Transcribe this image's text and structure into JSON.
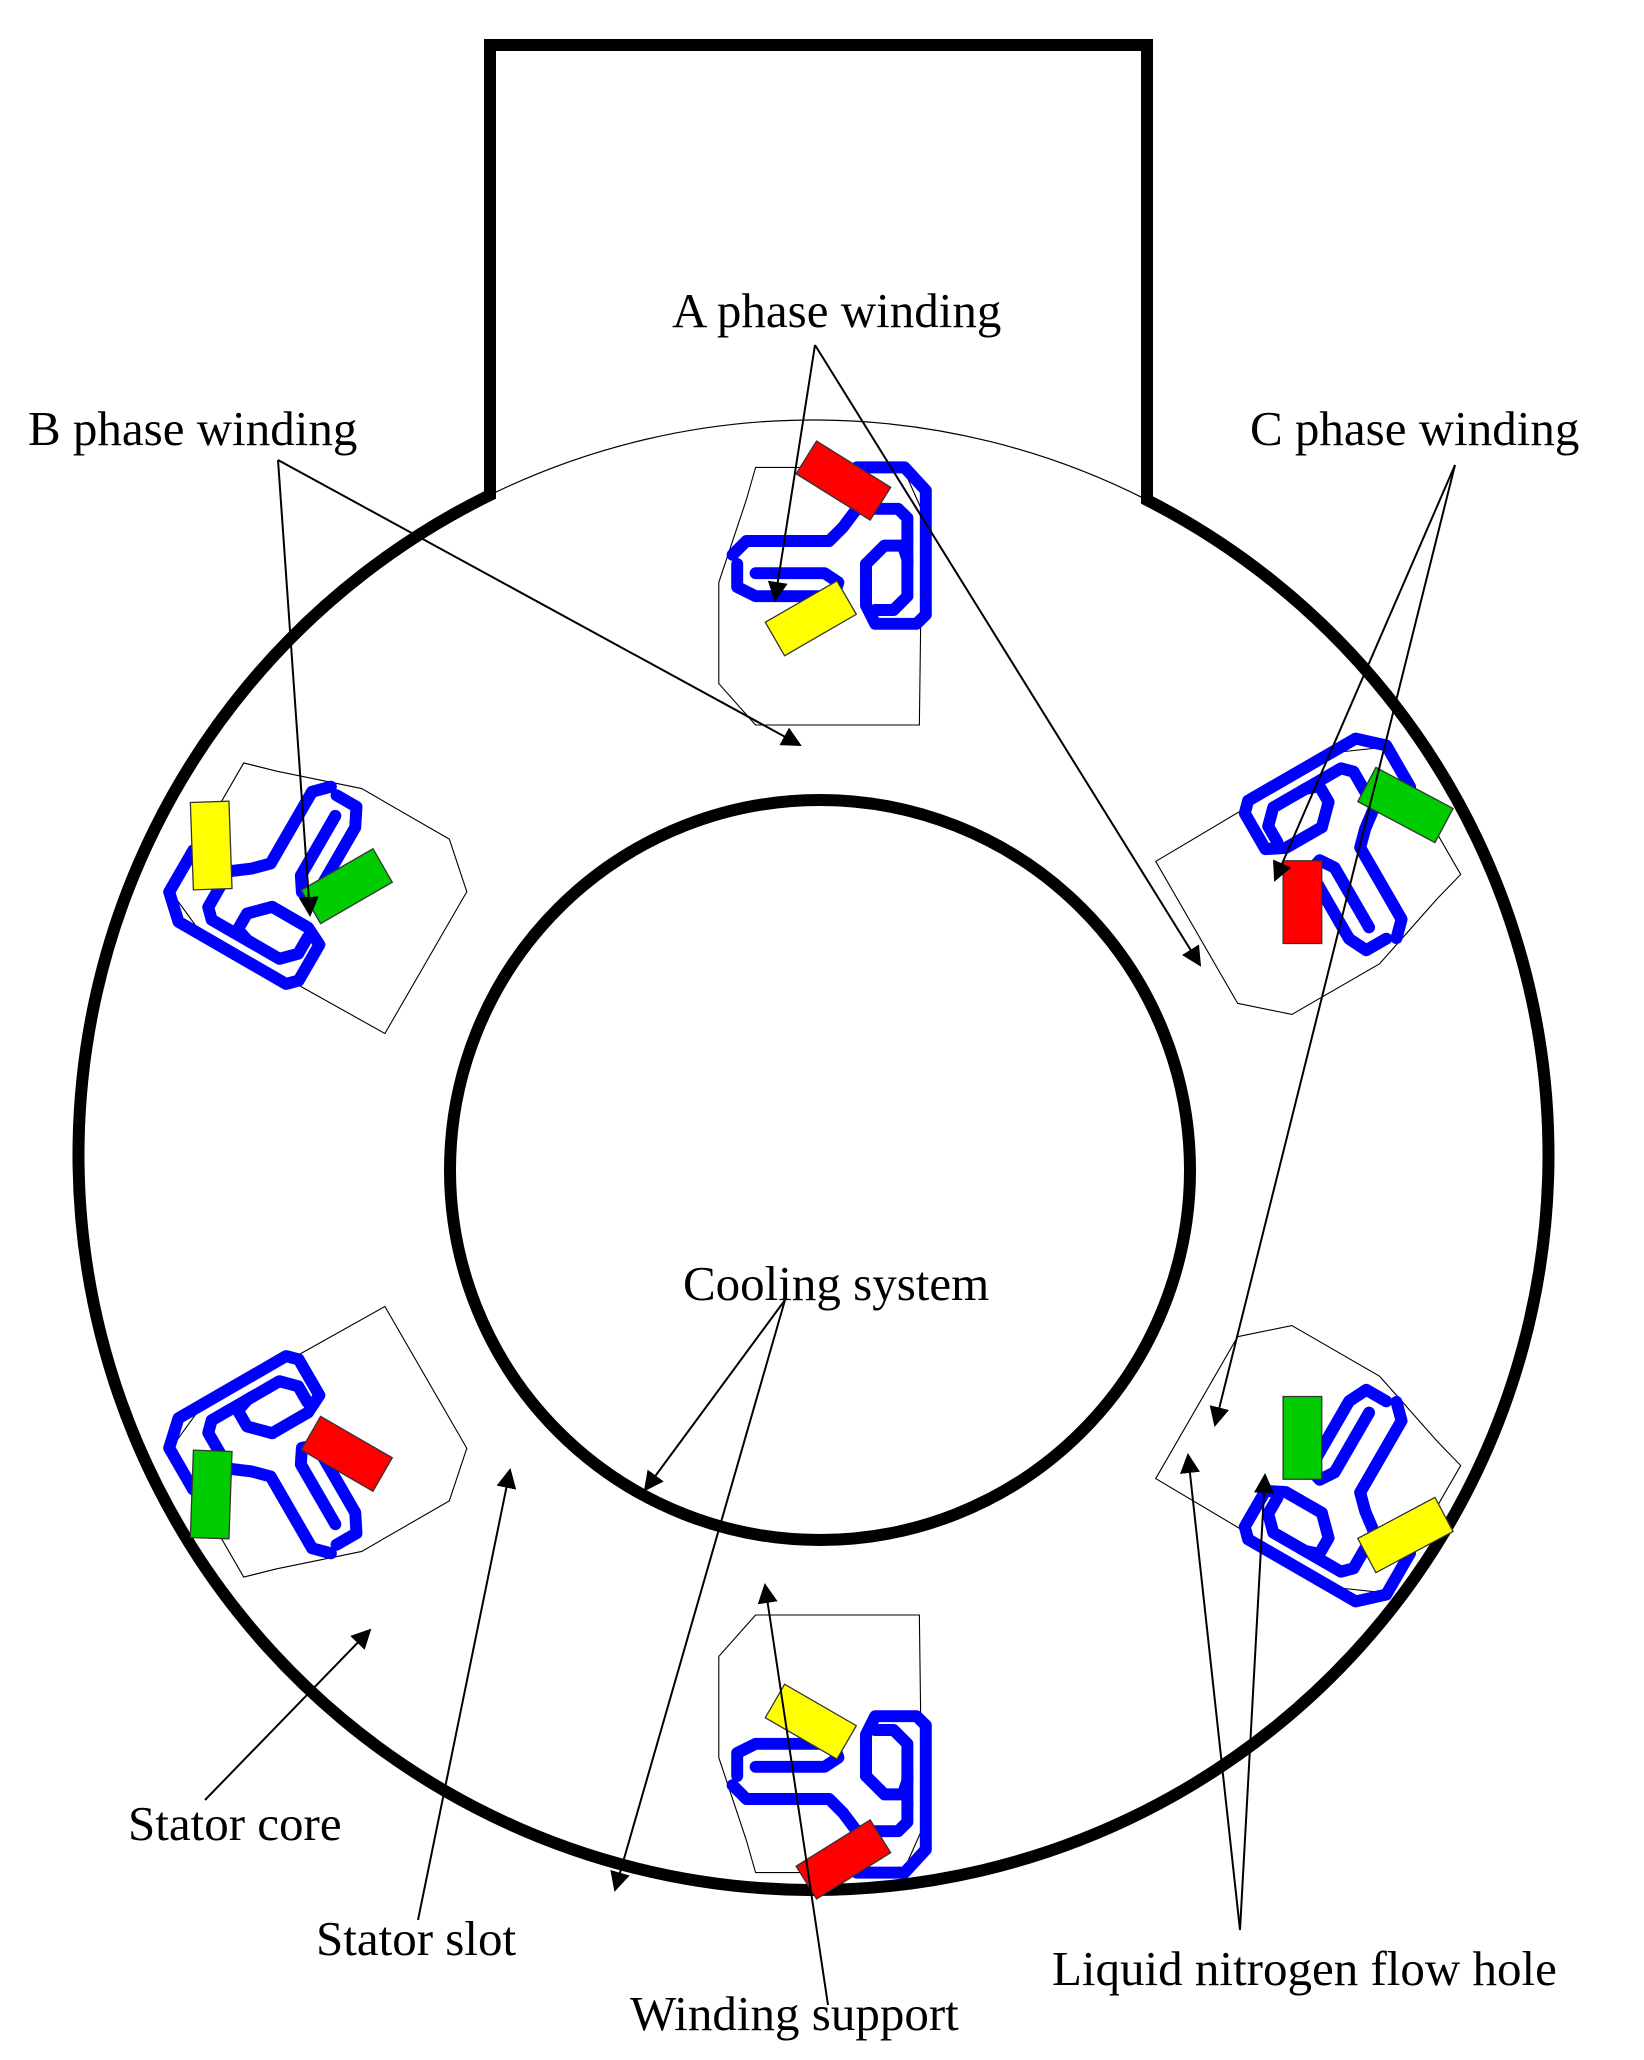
{
  "labels": {
    "a_phase": "A phase winding",
    "b_phase": "B phase winding",
    "c_phase": "C phase winding",
    "cooling": "Cooling system",
    "stator_core": "Stator core",
    "stator_slot": "Stator slot",
    "winding_support": "Winding support",
    "ln2_hole": "Liquid nitrogen flow hole"
  },
  "colors": {
    "a_phase": "#ff0000",
    "b_phase": "#ffff00",
    "c_phase": "#00cc00",
    "support": "#0000ff",
    "outline": "#000000"
  }
}
